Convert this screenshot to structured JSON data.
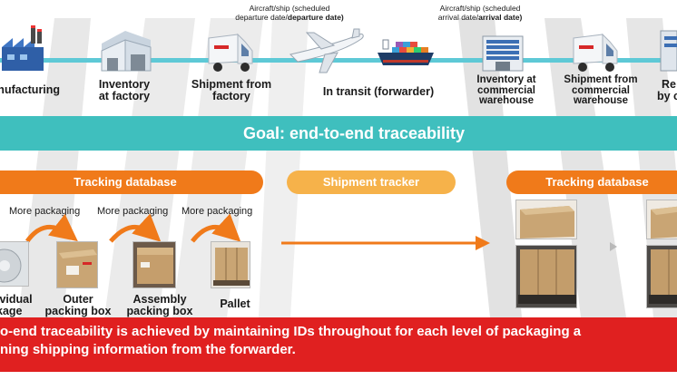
{
  "header": {
    "stages": [
      {
        "id": "manufacturing",
        "label": "Manufacturing"
      },
      {
        "id": "inventory-factory",
        "label_lines": [
          "Inventory",
          "at factory"
        ]
      },
      {
        "id": "shipment-factory",
        "label_lines": [
          "Shipment from",
          "factory"
        ]
      },
      {
        "id": "in-transit",
        "label": "In transit (forwarder)"
      },
      {
        "id": "inventory-warehouse",
        "label_lines": [
          "Inventory at",
          "commercial",
          "warehouse"
        ]
      },
      {
        "id": "shipment-warehouse",
        "label_lines": [
          "Shipment from",
          "commercial",
          "warehouse"
        ]
      },
      {
        "id": "received",
        "label_lines": [
          "Re",
          "by c"
        ]
      }
    ],
    "notes": {
      "departure": {
        "line1": "Aircraft/ship (scheduled",
        "line2_plain": "departure date/",
        "line2_bold": "departure date)"
      },
      "arrival": {
        "line1": "Aircraft/ship (scheduled",
        "line2_plain": "arrival date/",
        "line2_bold": "arrival date)"
      }
    }
  },
  "goal": {
    "text": "Goal: end-to-end traceability"
  },
  "databases": {
    "left": "Tracking database",
    "middle": "Shipment tracker",
    "right": "Tracking database"
  },
  "packaging": {
    "more_label": "More packaging",
    "levels": [
      {
        "id": "individual",
        "label_lines": [
          "ividual",
          "kage"
        ]
      },
      {
        "id": "outer",
        "label_lines": [
          "Outer",
          "packing box"
        ]
      },
      {
        "id": "assembly",
        "label_lines": [
          "Assembly",
          "packing box"
        ]
      },
      {
        "id": "pallet",
        "label_lines": [
          "Pallet"
        ]
      }
    ]
  },
  "banner": {
    "line1": "o-end traceability is achieved by maintaining IDs throughout for each level of packaging a",
    "line2": "ning shipping information from the forwarder."
  },
  "colors": {
    "teal": "#3fbfbe",
    "timeline": "#5ec9d6",
    "orange": "#f07a1a",
    "light_orange": "#f6b24a",
    "red": "#e02020",
    "truck_logo": "#d62828"
  }
}
